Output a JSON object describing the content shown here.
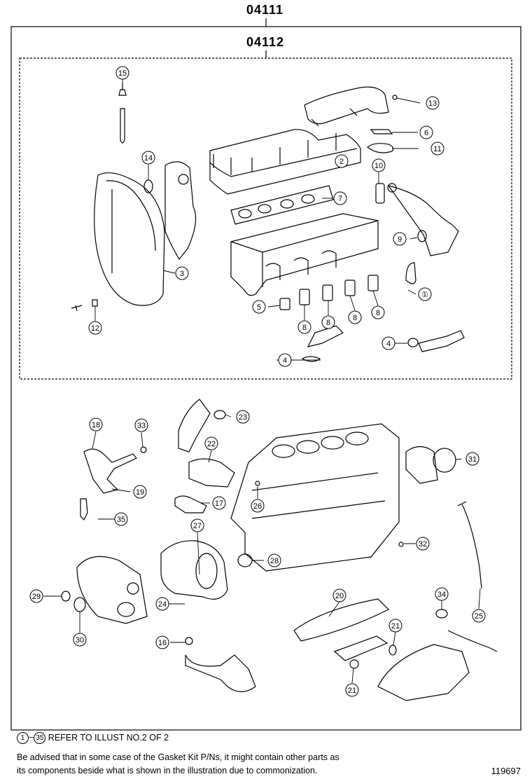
{
  "kit_codes": {
    "outer": "04111",
    "inner": "04112"
  },
  "callouts": [
    {
      "n": "1",
      "label": "①"
    },
    {
      "n": "2",
      "label": "2"
    },
    {
      "n": "3",
      "label": "3"
    },
    {
      "n": "4a",
      "label": "4"
    },
    {
      "n": "4b",
      "label": "4"
    },
    {
      "n": "5",
      "label": "5"
    },
    {
      "n": "6",
      "label": "6"
    },
    {
      "n": "7",
      "label": "7"
    },
    {
      "n": "8a",
      "label": "8"
    },
    {
      "n": "8b",
      "label": "8"
    },
    {
      "n": "8c",
      "label": "8"
    },
    {
      "n": "8d",
      "label": "8"
    },
    {
      "n": "9",
      "label": "9"
    },
    {
      "n": "10",
      "label": "10"
    },
    {
      "n": "11",
      "label": "11"
    },
    {
      "n": "12",
      "label": "12"
    },
    {
      "n": "13",
      "label": "13"
    },
    {
      "n": "14",
      "label": "14"
    },
    {
      "n": "15",
      "label": "15"
    },
    {
      "n": "16",
      "label": "16"
    },
    {
      "n": "17",
      "label": "17"
    },
    {
      "n": "18",
      "label": "18"
    },
    {
      "n": "19",
      "label": "19"
    },
    {
      "n": "20",
      "label": "20"
    },
    {
      "n": "21a",
      "label": "21"
    },
    {
      "n": "21b",
      "label": "21"
    },
    {
      "n": "22",
      "label": "22"
    },
    {
      "n": "23",
      "label": "23"
    },
    {
      "n": "24",
      "label": "24"
    },
    {
      "n": "25",
      "label": "25"
    },
    {
      "n": "26",
      "label": "26"
    },
    {
      "n": "27",
      "label": "27"
    },
    {
      "n": "28",
      "label": "28"
    },
    {
      "n": "29",
      "label": "29"
    },
    {
      "n": "30",
      "label": "30"
    },
    {
      "n": "31",
      "label": "31"
    },
    {
      "n": "32",
      "label": "32"
    },
    {
      "n": "33",
      "label": "33"
    },
    {
      "n": "34",
      "label": "34"
    },
    {
      "n": "35",
      "label": "35"
    }
  ],
  "footer": {
    "ref_start": "1",
    "ref_end": "35",
    "ref_sep": "~",
    "ref_text": "REFER TO ILLUST NO.2 OF 2",
    "note_line1": "Be advised that in some case of the Gasket Kit P/Ns,  it might contain other parts as",
    "note_line2": "its components beside what is shown in the illustration due to commonization.",
    "illustration_number": "119697"
  }
}
